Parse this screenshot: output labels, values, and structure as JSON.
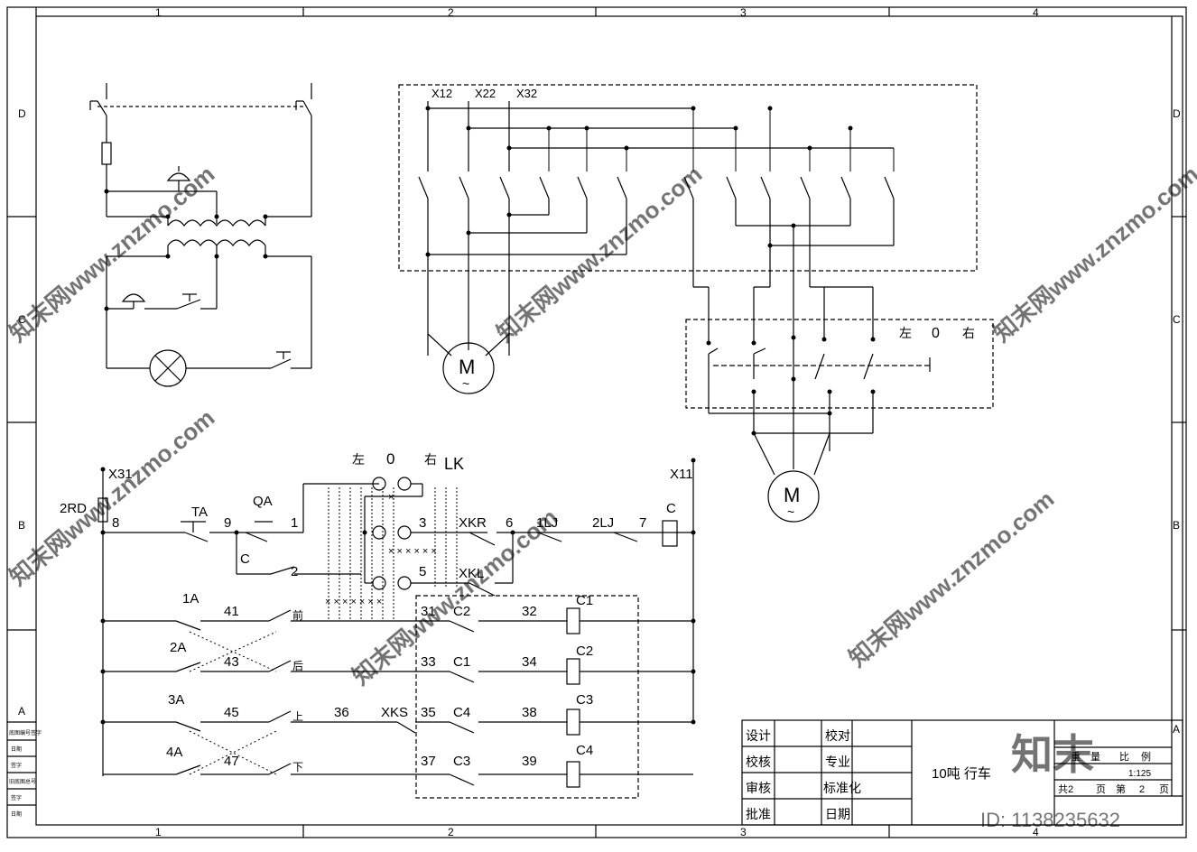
{
  "border": {
    "columns": [
      "1",
      "2",
      "3",
      "4"
    ],
    "rows": [
      "D",
      "C",
      "B",
      "A"
    ],
    "left_strip": [
      "底图编号签字",
      "日期",
      "签字",
      "旧底图总号",
      "签字",
      "日期"
    ]
  },
  "top_power": {
    "terminals": [
      "X12",
      "X22",
      "X32"
    ],
    "controller": {
      "left": "左",
      "zero": "0",
      "right": "右"
    },
    "motor_symbol": "M",
    "motor_tilde": "~"
  },
  "control": {
    "left_bus": "X31",
    "right_bus": "X11",
    "fuse": "2RD",
    "lk_header": {
      "left": "左",
      "zero": "0",
      "right": "右",
      "name": "LK"
    },
    "nodes": [
      "8",
      "9",
      "1",
      "2",
      "3",
      "5",
      "6",
      "7",
      "41",
      "43",
      "45",
      "47",
      "36",
      "31",
      "32",
      "33",
      "34",
      "35",
      "37",
      "38",
      "39"
    ],
    "components": [
      "TA",
      "QA",
      "C",
      "XKR",
      "XKL",
      "1LJ",
      "2LJ",
      "C",
      "1A",
      "2A",
      "3A",
      "4A",
      "XKS"
    ],
    "directions": [
      "前",
      "后",
      "上",
      "下"
    ],
    "coil_contacts": [
      "C2",
      "C1",
      "C4",
      "C3"
    ],
    "coils": [
      "C1",
      "C2",
      "C3",
      "C4"
    ]
  },
  "title_block": {
    "left_labels": [
      "设计",
      "校核",
      "审核",
      "批准"
    ],
    "mid_labels": [
      "校对",
      "专业",
      "标准化",
      "日期"
    ],
    "title": "10吨  行车",
    "right_row1": [
      "重",
      "量",
      "比",
      "例"
    ],
    "scale": "1:125",
    "sheet_info": [
      "共2",
      "页",
      "第",
      "2",
      "页"
    ]
  },
  "watermark": {
    "text": "知末网www.znzmo.com",
    "logo": "知末",
    "id": "ID: 1138235632"
  }
}
